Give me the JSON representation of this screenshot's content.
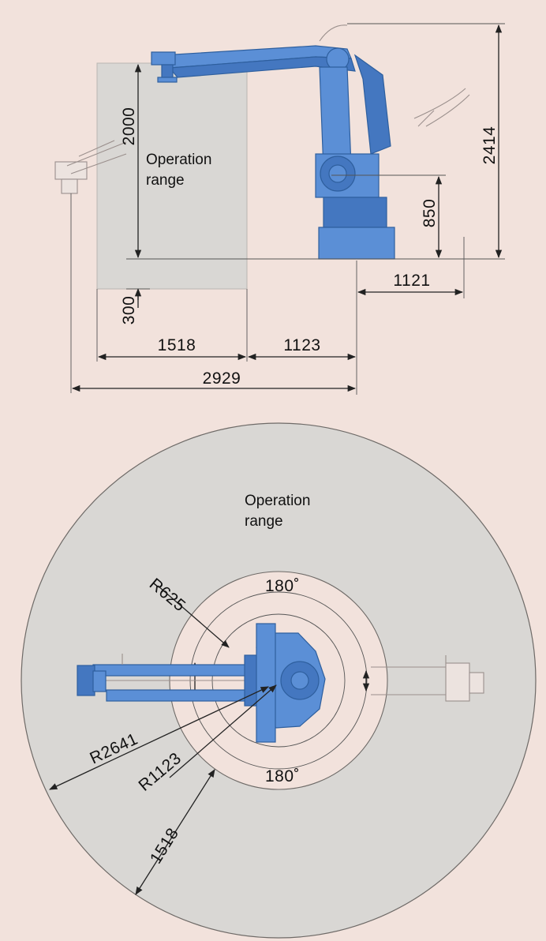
{
  "side_view": {
    "operation_range_line1": "Operation",
    "operation_range_line2": "range",
    "dim_height_reach": "2000",
    "dim_height_total": "2414",
    "dim_base_height": "850",
    "dim_below_base": "300",
    "dim_rear_reach": "1121",
    "dim_range_width": "1518",
    "dim_inner_reach": "1123",
    "dim_total_reach": "2929"
  },
  "top_view": {
    "operation_range_line1": "Operation",
    "operation_range_line2": "range",
    "angle_top": "180˚",
    "angle_bottom": "180˚",
    "radius_inner": "R625",
    "radius_mid": "R1123",
    "radius_outer": "R2641",
    "range_width": "1518"
  },
  "colors": {
    "background": "#f2e2dc",
    "operation_range": "#d9d7d4",
    "robot": "#5b8fd6"
  }
}
